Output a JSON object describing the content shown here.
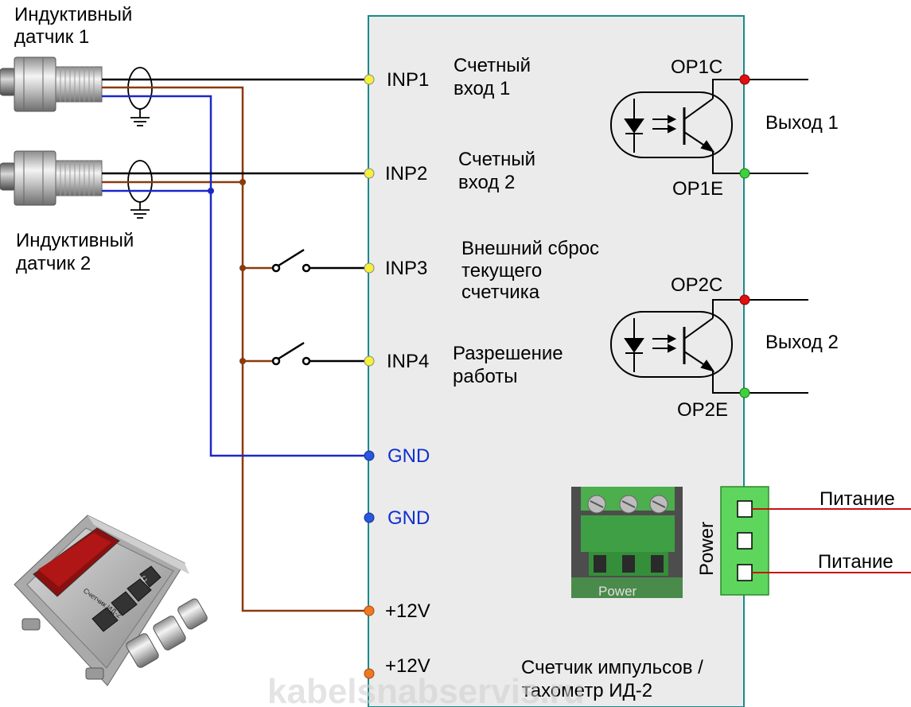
{
  "sensors": {
    "sensor1_label": [
      "Индуктивный",
      "датчик 1"
    ],
    "sensor2_label": [
      "Индуктивный",
      "датчик 2"
    ]
  },
  "inputs": [
    {
      "terminal": "INP1",
      "description": [
        "Счетный",
        "вход 1"
      ]
    },
    {
      "terminal": "INP2",
      "description": [
        "Счетный",
        "вход 2"
      ]
    },
    {
      "terminal": "INP3",
      "description": [
        "Внешний сброс",
        "текущего",
        "счетчика"
      ]
    },
    {
      "terminal": "INP4",
      "description": [
        "Разрешение",
        "работы"
      ]
    }
  ],
  "gnd_terminals": [
    "GND",
    "GND"
  ],
  "power_terminals": [
    "+12V",
    "+12V"
  ],
  "outputs": [
    {
      "collector": "OP1C",
      "emitter": "OP1E",
      "label": "Выход 1"
    },
    {
      "collector": "OP2C",
      "emitter": "OP2E",
      "label": "Выход 2"
    }
  ],
  "power_connector": {
    "label": "Power",
    "photo_label": "Power",
    "supply_labels": [
      "Питание",
      "Питание"
    ]
  },
  "device": {
    "caption": [
      "Счетчик импульсов /",
      "тахометр ИД-2"
    ],
    "photo_name": "Счетчик ИД-2",
    "button_glyph": "C"
  },
  "watermark": "kabelsnabservis.ru",
  "colors": {
    "panel_fill": "#ebebeb",
    "panel_border": "#1a8a8a",
    "wire_brown": "#8b3a0e",
    "wire_blue": "#1a28c8",
    "wire_black": "#000000",
    "wire_red": "#c81010",
    "dot_yellow": "#f5f03a",
    "dot_red": "#e01010",
    "dot_green": "#3cd23c",
    "dot_blue": "#2a56e0",
    "dot_orange": "#f07820",
    "connector_green": "#5ed65e"
  }
}
